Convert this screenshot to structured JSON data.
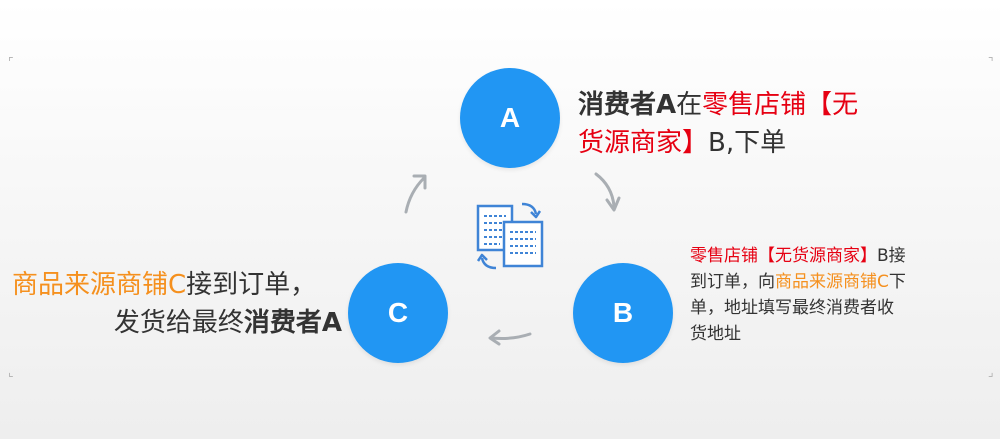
{
  "colors": {
    "node_fill": "#2196f3",
    "node_text": "#ffffff",
    "text_dark": "#333333",
    "highlight_red": "#e60012",
    "highlight_orange": "#f5901e",
    "arrow_gray": "#a9aeb3",
    "icon_blue": "#3f84d6"
  },
  "nodes": {
    "a": {
      "label": "A"
    },
    "b": {
      "label": "B"
    },
    "c": {
      "label": "C"
    }
  },
  "text_a": {
    "line1_bold": "消费者A",
    "line1_plain": "在",
    "line1_red": "零售店铺【无",
    "line2_red": "货源商家】",
    "line2_plain": "B,下单"
  },
  "text_b": {
    "line1_red": "零售店铺【无货源商家】",
    "line1_plain": "B接",
    "line2_plain": "到订单，向",
    "line2_orange": "商品来源商铺C",
    "line2_tail": "下",
    "line3_plain": "单，地址填写最终消费者收",
    "line4_plain": "货地址"
  },
  "text_c": {
    "line1_orange": "商品来源商铺C",
    "line1_plain": "接到订单，",
    "line2_plain": "发货给最终",
    "line2_bold": "消费者A"
  },
  "icons": {
    "center": "document-exchange-icon",
    "arrow_a_to_b": "curved-arrow-icon",
    "arrow_b_to_c": "curved-arrow-icon",
    "arrow_c_to_a": "curved-arrow-icon"
  }
}
